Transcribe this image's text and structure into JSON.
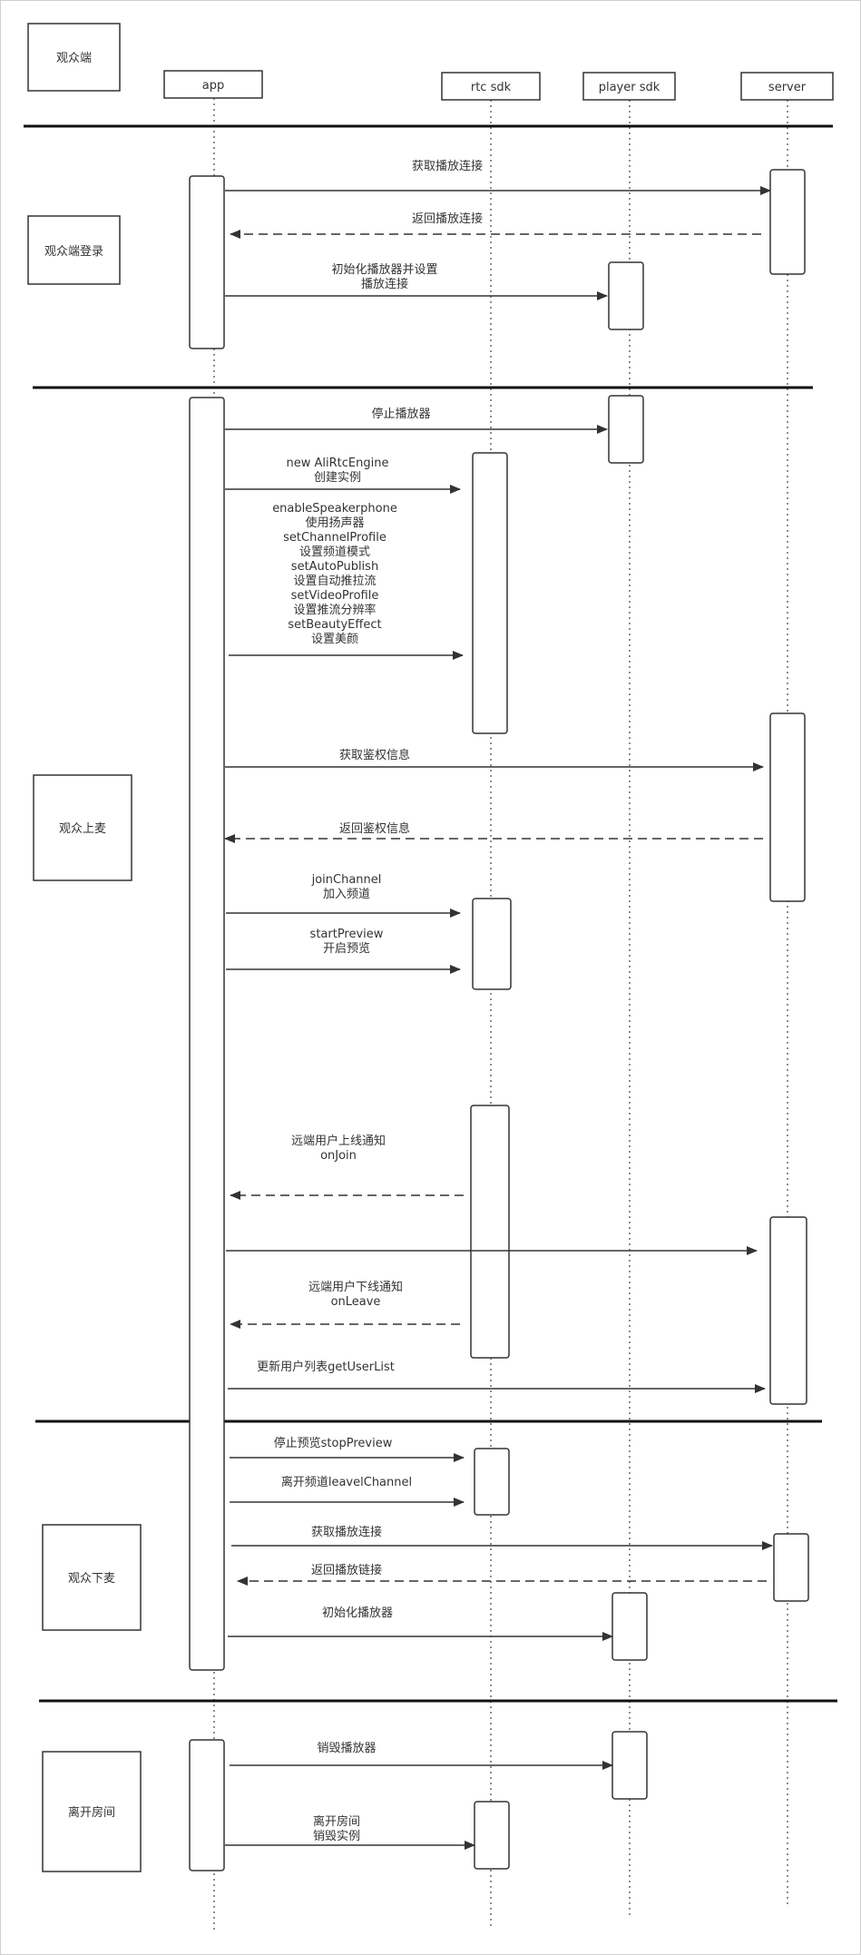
{
  "title_box": "观众端",
  "participants": [
    {
      "id": "app",
      "label": "app"
    },
    {
      "id": "rtc",
      "label": "rtc sdk"
    },
    {
      "id": "player",
      "label": "player sdk"
    },
    {
      "id": "server",
      "label": "server"
    }
  ],
  "phases": [
    {
      "id": "login",
      "label": "观众端登录"
    },
    {
      "id": "upmic",
      "label": "观众上麦"
    },
    {
      "id": "downmic",
      "label": "观众下麦"
    },
    {
      "id": "leave",
      "label": "离开房间"
    }
  ],
  "messages": [
    {
      "id": "m1",
      "lines": [
        "获取播放连接"
      ]
    },
    {
      "id": "m2",
      "lines": [
        "返回播放连接"
      ]
    },
    {
      "id": "m3",
      "lines": [
        "初始化播放器并设置",
        "播放连接"
      ]
    },
    {
      "id": "m4",
      "lines": [
        "停止播放器"
      ]
    },
    {
      "id": "m5",
      "lines": [
        "new AliRtcEngine",
        "创建实例"
      ]
    },
    {
      "id": "m6",
      "lines": [
        "enableSpeakerphone",
        "使用扬声器",
        "setChannelProfile",
        "设置频道模式",
        "setAutoPublish",
        "设置自动推拉流",
        "setVideoProfile",
        "设置推流分辨率",
        "setBeautyEffect",
        "设置美颜"
      ]
    },
    {
      "id": "m7",
      "lines": [
        "获取鉴权信息"
      ]
    },
    {
      "id": "m8",
      "lines": [
        "返回鉴权信息"
      ]
    },
    {
      "id": "m9",
      "lines": [
        "joinChannel",
        "加入频道"
      ]
    },
    {
      "id": "m10",
      "lines": [
        "startPreview",
        "开启预览"
      ]
    },
    {
      "id": "m11",
      "lines": [
        "远端用户上线通知",
        "onJoin"
      ]
    },
    {
      "id": "m12",
      "lines": []
    },
    {
      "id": "m13",
      "lines": [
        "远端用户下线通知",
        "onLeave"
      ]
    },
    {
      "id": "m14",
      "lines": [
        "更新用户列表getUserList"
      ]
    },
    {
      "id": "m15",
      "lines": [
        "停止预览stopPreview"
      ]
    },
    {
      "id": "m16",
      "lines": [
        "离开频道leavelChannel"
      ]
    },
    {
      "id": "m17",
      "lines": [
        "获取播放连接"
      ]
    },
    {
      "id": "m18",
      "lines": [
        "返回播放链接"
      ]
    },
    {
      "id": "m19",
      "lines": [
        "初始化播放器"
      ]
    },
    {
      "id": "m20",
      "lines": [
        "销毁播放器"
      ]
    },
    {
      "id": "m21",
      "lines": [
        "离开房间",
        "销毁实例"
      ]
    }
  ]
}
